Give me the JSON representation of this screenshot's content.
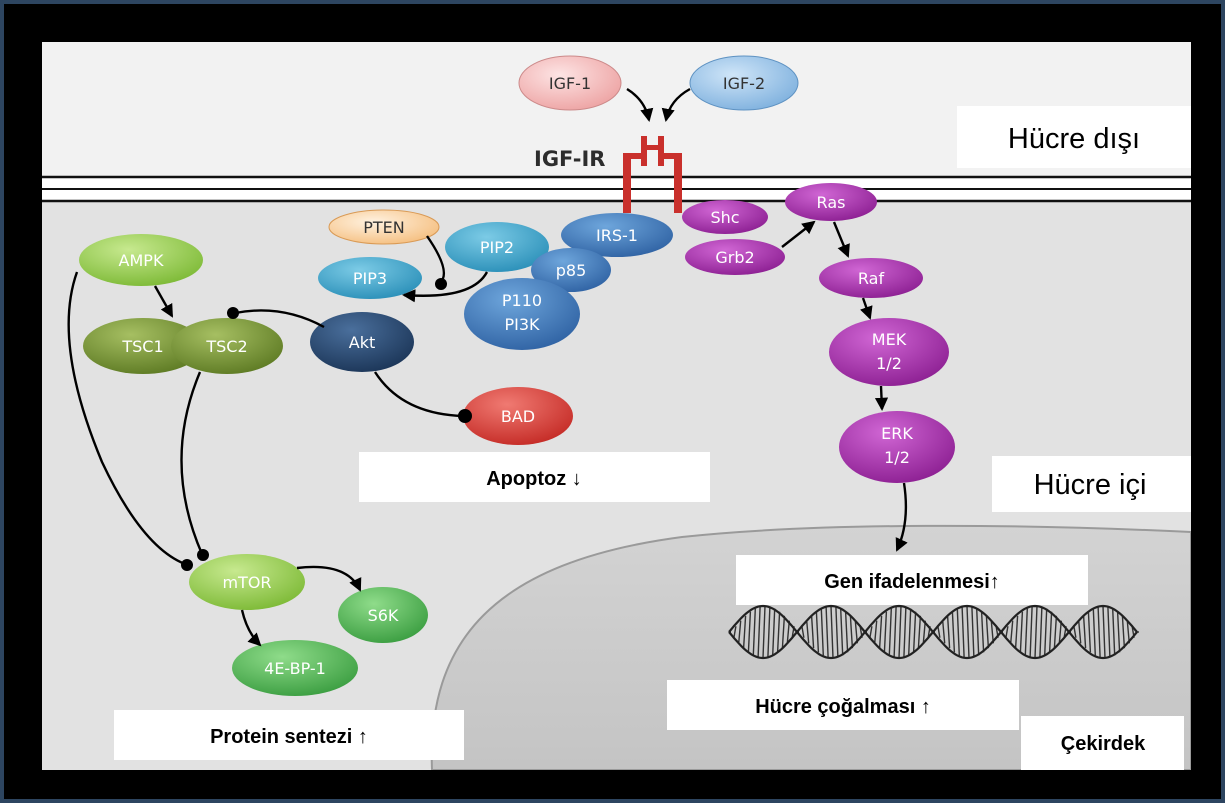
{
  "regions": {
    "extracellular": "Hücre dışı",
    "intracellular": "Hücre içi",
    "nucleus": "Çekirdek"
  },
  "receptor_label": "IGF-IR",
  "outcomes": {
    "apoptosis": "Apoptoz ↓",
    "gene_expression": "Gen ifadelenmesi↑",
    "proliferation": "Hücre çoğalması ↑",
    "protein_synthesis": "Protein sentezi ↑"
  },
  "nodes": {
    "igf1": "IGF-1",
    "igf2": "IGF-2",
    "pten": "PTEN",
    "pip2": "PIP2",
    "pip3": "PIP3",
    "irs1": "IRS-1",
    "p85": "p85",
    "p110": [
      "P110",
      "PI3K"
    ],
    "akt": "Akt",
    "bad": "BAD",
    "ampk": "AMPK",
    "tsc1": "TSC1",
    "tsc2": "TSC2",
    "mtor": "mTOR",
    "s6k": "S6K",
    "bp1": "4E-BP-1",
    "shc": "Shc",
    "grb2": "Grb2",
    "ras": "Ras",
    "raf": "Raf",
    "mek": [
      "MEK",
      "1/2"
    ],
    "erk": [
      "ERK",
      "1/2"
    ]
  },
  "colors": {
    "igf1": "#f4b8b8",
    "igf2": "#9cc4e8",
    "receptor": "#c9302c",
    "pi3k_path": "#3f77b3",
    "pip3": "#3aa3c9",
    "akt": "#25466e",
    "bad": "#d93a33",
    "ampk_mtor": "#8cc63f",
    "tsc": "#6f8a2e",
    "s6k": "#4caf50",
    "mapk": "#9c2aa0",
    "pten": "#f7c48a"
  }
}
